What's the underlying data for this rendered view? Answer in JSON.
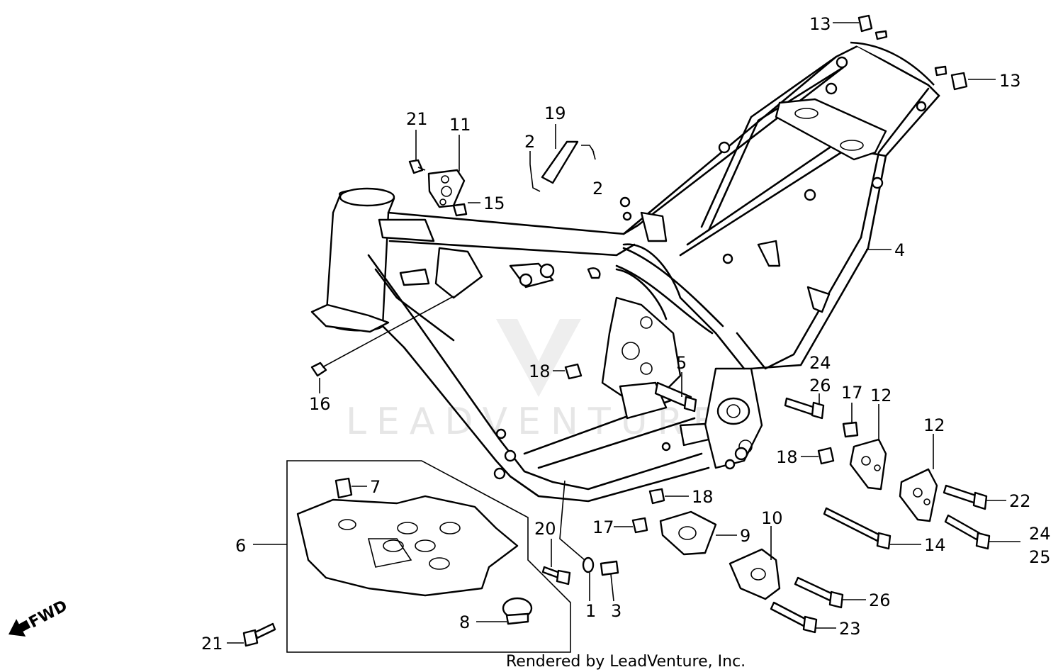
{
  "footer": {
    "text": "Rendered by LeadVenture, Inc."
  },
  "watermark": {
    "text": "LEADVENTURE"
  },
  "fwd_label": "FWD",
  "callouts": {
    "c13a": "13",
    "c13b": "13",
    "c21a": "21",
    "c11": "11",
    "c19": "19",
    "c2a": "2",
    "c2b": "2",
    "c15": "15",
    "c4": "4",
    "c16": "16",
    "c18a": "18",
    "c5": "5",
    "c24a": "24",
    "c26a": "26",
    "c17a": "17",
    "c12a": "12",
    "c12b": "12",
    "c18b": "18",
    "c22": "22",
    "c7": "7",
    "c18c": "18",
    "c20": "20",
    "c17b": "17",
    "c9": "9",
    "c10": "10",
    "c14": "14",
    "c24b": "24",
    "c25": "25",
    "c6": "6",
    "c1": "1",
    "c3": "3",
    "c26b": "26",
    "c8": "8",
    "c23": "23",
    "c21b": "21"
  }
}
